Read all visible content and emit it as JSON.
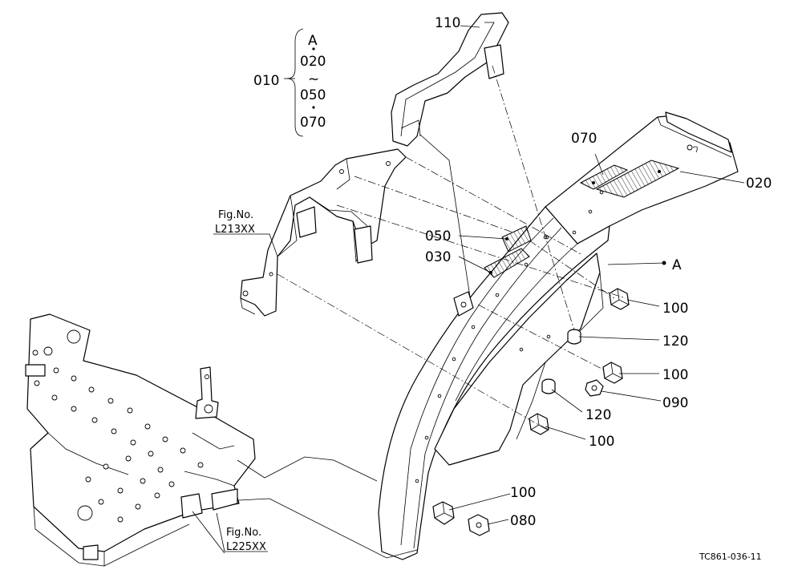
{
  "callouts": {
    "c010": "010",
    "c020": "020",
    "c030": "030",
    "c050": "050",
    "c070": "070",
    "c080": "080",
    "c090": "090",
    "c100a": "100",
    "c100b": "100",
    "c100c": "100",
    "c100d": "100",
    "c110": "110",
    "c120a": "120",
    "c120b": "120",
    "markA": "A"
  },
  "bracket": {
    "line1": "A",
    "line2": "020",
    "line3": "~",
    "line4": "050",
    "line5": "070"
  },
  "figrefs": {
    "top_line1": "Fig.No.",
    "top_line2": "L213XX",
    "bottom_line1": "Fig.No.",
    "bottom_line2": "L225XX"
  },
  "drawing_code": "TC861-036-11",
  "icons": [
    "bolt-icon",
    "nut-icon",
    "hatched-label-icon"
  ]
}
